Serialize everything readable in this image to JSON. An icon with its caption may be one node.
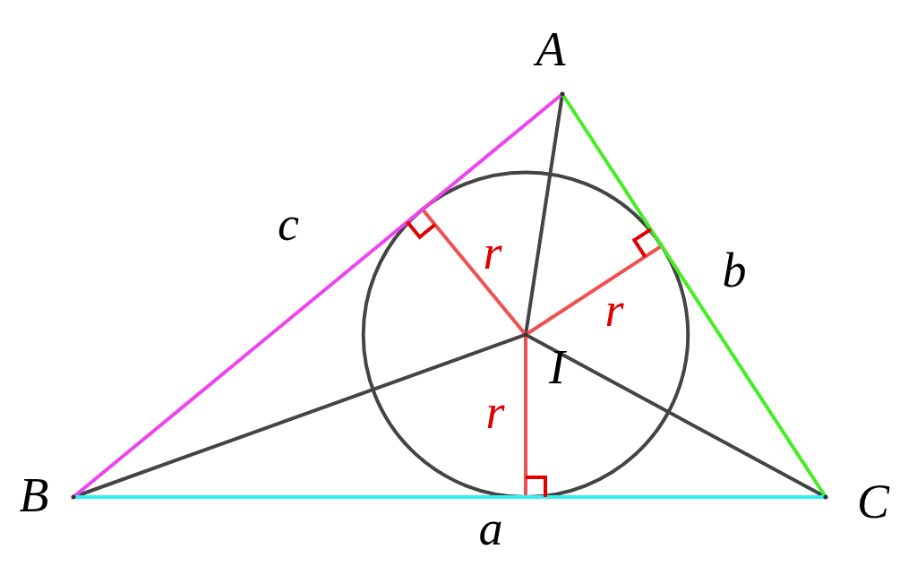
{
  "diagram": {
    "labels": [
      "A",
      "c",
      "r",
      "b",
      "r",
      "I",
      "r",
      "B",
      "C",
      "a"
    ]
  }
}
